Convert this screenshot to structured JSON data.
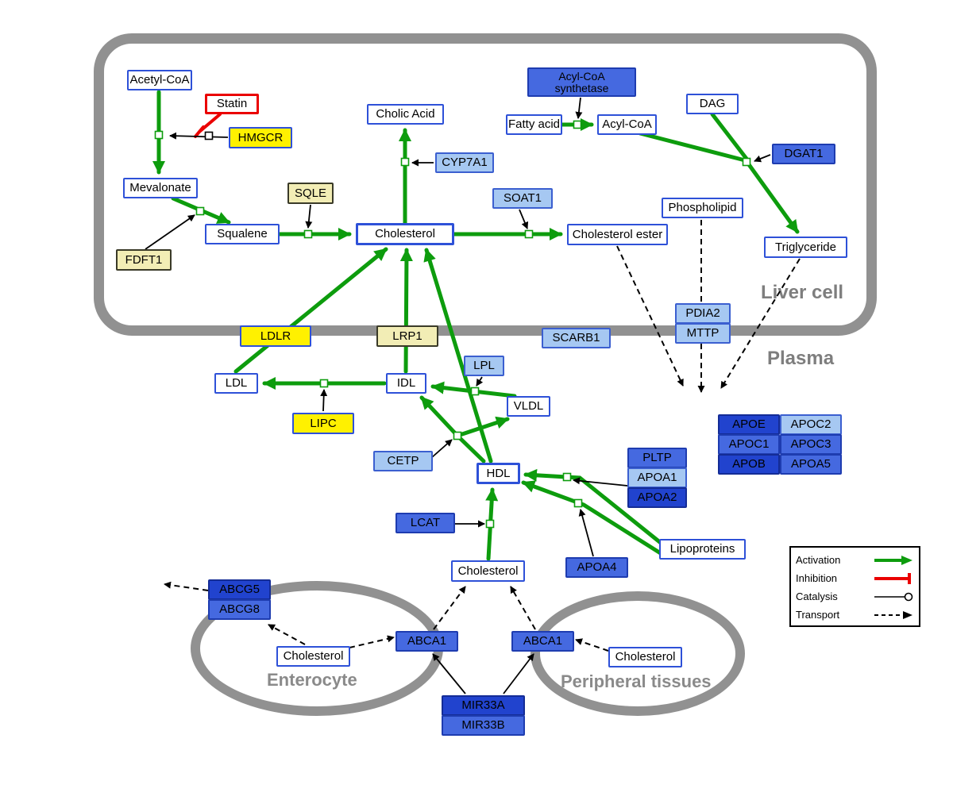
{
  "regions": {
    "liver_cell": "Liver cell",
    "plasma": "Plasma",
    "enterocyte": "Enterocyte",
    "peripheral_tissues": "Peripheral tissues"
  },
  "nodes": {
    "acetyl_coa": "Acetyl-CoA",
    "statin": "Statin",
    "hmgcr": "HMGCR",
    "mevalonate": "Mevalonate",
    "sqle": "SQLE",
    "fdft1": "FDFT1",
    "squalene": "Squalene",
    "cholesterol_liver": "Cholesterol",
    "cholic_acid": "Cholic Acid",
    "cyp7a1": "CYP7A1",
    "soat1": "SOAT1",
    "acs_line1": "Acyl-CoA",
    "acs_line2": "synthetase",
    "fatty_acid": "Fatty acid",
    "acyl_coa": "Acyl-CoA",
    "dag": "DAG",
    "dgat1": "DGAT1",
    "phospholipid": "Phospholipid",
    "triglyceride": "Triglyceride",
    "cholesterol_ester": "Cholesterol ester",
    "pdia2": "PDIA2",
    "mttp": "MTTP",
    "ldlr": "LDLR",
    "lrp1": "LRP1",
    "scarb1": "SCARB1",
    "ldl": "LDL",
    "idl": "IDL",
    "lpl": "LPL",
    "vldl": "VLDL",
    "lipc": "LIPC",
    "cetp": "CETP",
    "hdl": "HDL",
    "pltp": "PLTP",
    "apoa1": "APOA1",
    "apoa2": "APOA2",
    "lcat": "LCAT",
    "apoa4": "APOA4",
    "lipoproteins": "Lipoproteins",
    "apoe": "APOE",
    "apoc2": "APOC2",
    "apoc1": "APOC1",
    "apoc3": "APOC3",
    "apob": "APOB",
    "apoa5": "APOA5",
    "cholesterol_plasma": "Cholesterol",
    "abcg5": "ABCG5",
    "abcg8": "ABCG8",
    "cholesterol_enterocyte": "Cholesterol",
    "abca1_left": "ABCA1",
    "abca1_right": "ABCA1",
    "cholesterol_peripheral": "Cholesterol",
    "mir33a": "MIR33A",
    "mir33b": "MIR33B"
  },
  "legend": {
    "items": [
      {
        "label": "Activation",
        "type": "activation"
      },
      {
        "label": "Inhibition",
        "type": "inhibition"
      },
      {
        "label": "Catalysis",
        "type": "catalysis"
      },
      {
        "label": "Transport",
        "type": "transport"
      }
    ]
  },
  "colors": {
    "activation": "#0d9c0d",
    "inhibition": "#ea0000",
    "metabolite_border": "#2e51d8",
    "enzyme_blue": "#4569e0",
    "enzyme_dark_blue": "#2143ce",
    "enzyme_light_blue": "#a6c8f2",
    "enzyme_yellow": "#fff100",
    "enzyme_pale_yellow": "#f2edb5",
    "membrane_gray": "#919191"
  }
}
